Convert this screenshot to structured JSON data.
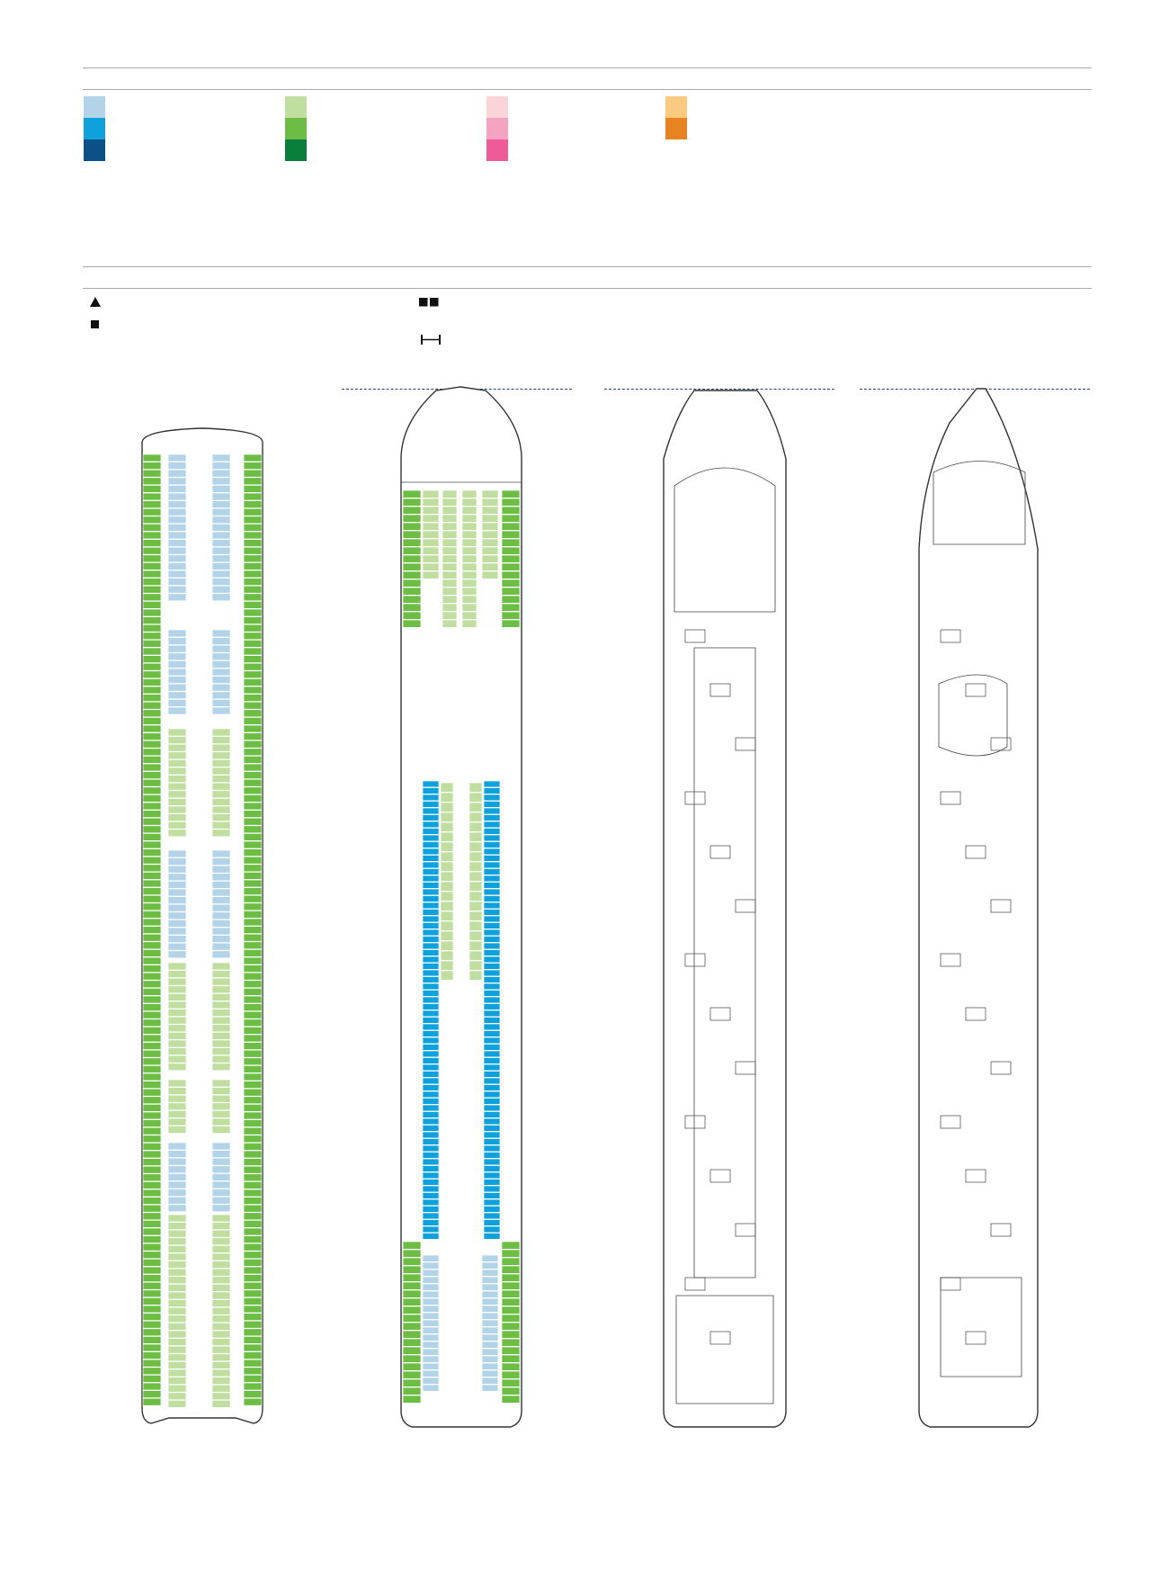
{
  "legend": {
    "colors": {
      "blue_light": "#b3d4e8",
      "blue_mid": "#0ea1dc",
      "blue_dark": "#0b5087",
      "green_light": "#bfdea0",
      "green_mid": "#6dbd45",
      "green_dark": "#0a7f3c",
      "pink_light": "#fbd4d7",
      "pink_mid": "#f5a3c2",
      "pink_dark": "#ee5b97",
      "orange_light": "#fcc980",
      "orange_mid": "#e88324"
    },
    "symbols": [
      "triangle-icon",
      "square-icon",
      "double-square-icon",
      "measure-bar-icon"
    ]
  },
  "decks": [
    {
      "name": "deck-1-cabins",
      "cabin_color": "#6dbd45",
      "inner_color": "#bfdea0"
    },
    {
      "name": "deck-2-cabins",
      "cabin_color": "#6dbd45",
      "inner_color": "#bfdea0",
      "mid_color": "#0ea1dc"
    },
    {
      "name": "deck-3-public",
      "cabin_color": "#ffffff"
    },
    {
      "name": "deck-4-public",
      "cabin_color": "#ffffff"
    }
  ]
}
